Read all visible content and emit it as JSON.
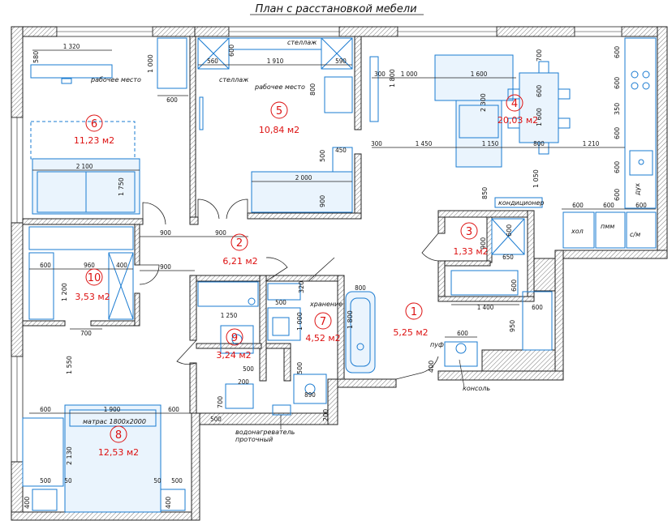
{
  "title": "План с расстановкой мебели",
  "rooms": [
    {
      "num": "1",
      "area": "5,25 м2"
    },
    {
      "num": "2",
      "area": "6,21 м2"
    },
    {
      "num": "3",
      "area": "1,33 м2"
    },
    {
      "num": "4",
      "area": "20,03 м2"
    },
    {
      "num": "5",
      "area": "10,84 м2"
    },
    {
      "num": "6",
      "area": "11,23 м2"
    },
    {
      "num": "7",
      "area": "4,52 м2"
    },
    {
      "num": "8",
      "area": "12,53 м2"
    },
    {
      "num": "9",
      "area": "3,24 м2"
    },
    {
      "num": "10",
      "area": "3,53 м2"
    }
  ],
  "labels": {
    "workplace_left": "рабочее место",
    "workplace_mid": "рабочее место",
    "shelf_top": "стеллаж",
    "shelf_left": "стеллаж",
    "conditioner": "кондиционер",
    "storage": "хранение",
    "mattress": "матрас 1800х2000",
    "pouf": "пуф",
    "console": "консоль",
    "water_heater": "водонагреватель",
    "water_heater2": "проточный",
    "fridge": "хол",
    "dishwasher": "пмм",
    "oven": "дух",
    "washer": "с/м"
  },
  "dims": {
    "d1320": "1 320",
    "d580": "580",
    "d1000a": "1 000",
    "d600a": "600",
    "d560": "560",
    "d600b": "600",
    "d1910": "1 910",
    "d590": "590",
    "d800a": "800",
    "d300a": "300",
    "d1000b": "1 000",
    "d1600a": "1 600",
    "d1800": "1 800",
    "d700": "700",
    "d600c": "600",
    "d2300": "2 300",
    "d1600b": "1 600",
    "d600d": "600",
    "d350": "350",
    "d300b": "300",
    "d1450": "1 450",
    "d1150": "1 150",
    "d800b": "800",
    "d1210": "1 210",
    "d600e": "600",
    "d1050": "1 050",
    "d600f": "600",
    "d2100": "2 100",
    "d1750": "1 750",
    "d2000": "2 000",
    "d500a": "500",
    "d450": "450",
    "d900a": "900",
    "d850": "850",
    "d600g": "600",
    "d600h": "600",
    "d600i": "600",
    "d900b": "900",
    "d900c": "900",
    "d900d": "900",
    "d600j": "600",
    "d960": "960",
    "d400a": "400",
    "d1200": "1 200",
    "d600k": "600",
    "d650": "650",
    "d600l": "600",
    "d1400": "1 400",
    "d600m": "600",
    "d900e": "900",
    "d500b": "500",
    "d320": "320",
    "d800c": "800",
    "d1250": "1 250",
    "d1000c": "1 000",
    "d1800b": "1 800",
    "d700b": "700",
    "d1550": "1 550",
    "d950": "950",
    "d600n": "600",
    "d400b": "400",
    "d600o": "600",
    "d500c": "500",
    "d200": "200",
    "d500d": "500",
    "d890": "890",
    "d700c": "700",
    "d500e": "500",
    "d200b": "200",
    "d600p": "600",
    "d1900": "1 900",
    "d600q": "600",
    "d2130": "2 130",
    "d500f": "500",
    "d50a": "50",
    "d50b": "50",
    "d500g": "500",
    "d400c": "400",
    "d400d": "400"
  }
}
